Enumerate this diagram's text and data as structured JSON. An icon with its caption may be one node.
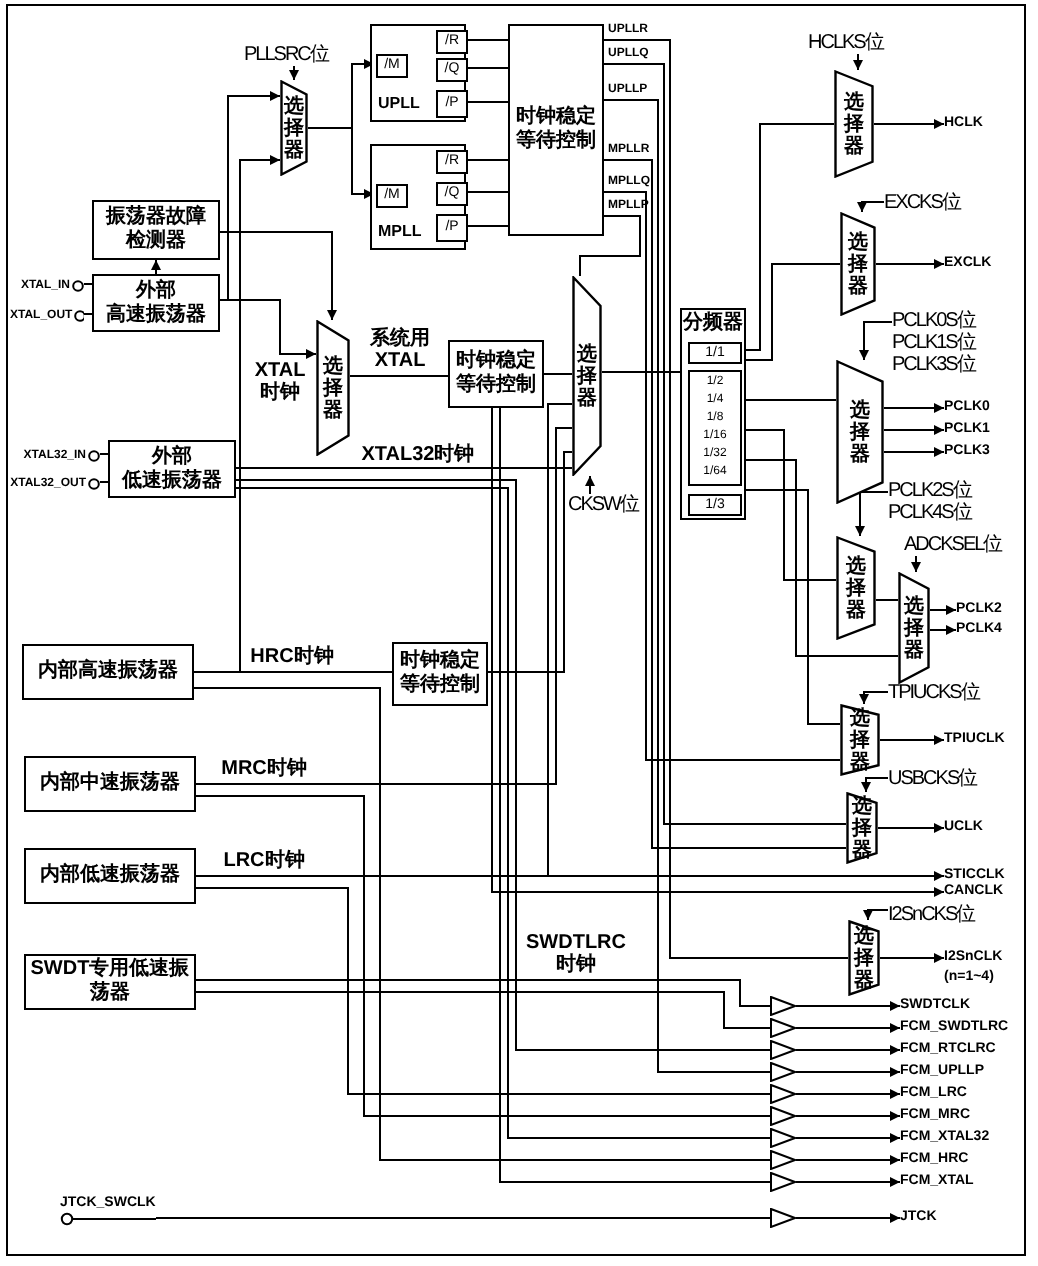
{
  "diagram": {
    "nodes": [
      {
        "text": [
          "振荡器故障检测器"
        ]
      },
      {
        "text": [
          "外部",
          "高速振荡器"
        ]
      },
      {
        "text": [
          "外部",
          "低速振荡器"
        ]
      },
      {
        "text": [
          "内部高速振荡器"
        ]
      },
      {
        "text": [
          "内部中速振荡器"
        ]
      },
      {
        "text": [
          "内部低速振荡器"
        ]
      },
      {
        "text": [
          "SWDT专用低速振荡器"
        ]
      },
      {
        "text": [
          "XTAL_IN"
        ]
      },
      {
        "text": [
          "XTAL_OUT"
        ]
      },
      {
        "text": [
          "XTAL32_IN"
        ]
      },
      {
        "text": [
          "XTAL32_OUT"
        ]
      },
      {
        "text": [
          "JTCK_SWCLK"
        ]
      },
      {
        "text": [
          "选择器"
        ]
      },
      {
        "text": [
          "UPLL"
        ]
      },
      {
        "text": [
          "/M"
        ],
        "in": 13
      },
      {
        "text": [
          "/R"
        ],
        "in": 13
      },
      {
        "text": [
          "/Q"
        ],
        "in": 13
      },
      {
        "text": [
          "/P"
        ],
        "in": 13
      },
      {
        "text": [
          "MPLL"
        ]
      },
      {
        "text": [
          "/M"
        ],
        "in": 18
      },
      {
        "text": [
          "/R"
        ],
        "in": 18
      },
      {
        "text": [
          "/Q"
        ],
        "in": 18
      },
      {
        "text": [
          "/P"
        ],
        "in": 18
      },
      {
        "text": [
          "时钟稳定等待控制"
        ]
      },
      {
        "text": [
          "选择器"
        ]
      },
      {
        "text": [
          "时钟稳定等待控制"
        ]
      },
      {
        "text": [
          "选择器"
        ]
      },
      {
        "text": [
          "分频器"
        ]
      },
      {
        "text": [
          "1/1"
        ],
        "in": 27
      },
      {
        "text": [
          "1/2",
          "1/4",
          "1/8",
          "1/16",
          "1/32",
          "1/64"
        ],
        "in": 27
      },
      {
        "text": [
          "1/3"
        ],
        "in": 27
      },
      {
        "text": [
          "选择器"
        ]
      },
      {
        "text": [
          "选择器"
        ]
      },
      {
        "text": [
          "选择器"
        ]
      },
      {
        "text": [
          "选择器"
        ]
      },
      {
        "text": [
          "选择器"
        ]
      },
      {
        "text": [
          "选择器"
        ]
      },
      {
        "text": [
          "选择器"
        ]
      },
      {
        "text": [
          "选择器"
        ]
      },
      {
        "text": [
          "时钟稳定等待控制"
        ]
      },
      {
        "text": [],
        "shape": "triangle"
      },
      {
        "text": [],
        "shape": "triangle"
      },
      {
        "text": [],
        "shape": "triangle"
      },
      {
        "text": [],
        "shape": "triangle"
      },
      {
        "text": [],
        "shape": "triangle"
      },
      {
        "text": [],
        "shape": "triangle"
      },
      {
        "text": [],
        "shape": "triangle"
      },
      {
        "text": [],
        "shape": "triangle"
      },
      {
        "text": [],
        "shape": "triangle"
      },
      {
        "text": [],
        "shape": "triangle"
      },
      {
        "text": [
          "HCLK"
        ]
      },
      {
        "text": [
          "EXCLK"
        ]
      },
      {
        "text": [
          "PCLK0"
        ]
      },
      {
        "text": [
          "PCLK1"
        ]
      },
      {
        "text": [
          "PCLK3"
        ]
      },
      {
        "text": [
          "PCLK2"
        ]
      },
      {
        "text": [
          "PCLK4"
        ]
      },
      {
        "text": [
          "TPIUCLK"
        ]
      },
      {
        "text": [
          "UCLK"
        ]
      },
      {
        "text": [
          "STICCLK"
        ]
      },
      {
        "text": [
          "CANCLK"
        ]
      },
      {
        "text": [
          "I2SnCLK",
          "(n=1~4)"
        ]
      },
      {
        "text": [
          "SWDTCLK"
        ]
      },
      {
        "text": [
          "FCM_SWDTLRC"
        ]
      },
      {
        "text": [
          "FCM_RTCLRC"
        ]
      },
      {
        "text": [
          "FCM_UPLLP"
        ]
      },
      {
        "text": [
          "FCM_LRC"
        ]
      },
      {
        "text": [
          "FCM_MRC"
        ]
      },
      {
        "text": [
          "FCM_XTAL32"
        ]
      },
      {
        "text": [
          "FCM_HRC"
        ]
      },
      {
        "text": [
          "FCM_XTAL"
        ]
      },
      {
        "text": [
          "JTCK"
        ]
      },
      {
        "text": [
          "PLLSRC位"
        ]
      },
      {
        "text": [
          "CKSW位"
        ]
      },
      {
        "text": [
          "HCLKS位"
        ]
      },
      {
        "text": [
          "EXCKS位"
        ]
      },
      {
        "text": [
          "PCLK0S位",
          "PCLK1S位",
          "PCLK3S位"
        ]
      },
      {
        "text": [
          "PCLK2S位",
          "PCLK4S位"
        ]
      },
      {
        "text": [
          "ADCKSEL位"
        ]
      },
      {
        "text": [
          "TPIUCKS位"
        ]
      },
      {
        "text": [
          "USBCKS位"
        ]
      },
      {
        "text": [
          "I2SnCKS位"
        ]
      }
    ],
    "edges": [
      {
        "from": 7,
        "to": 1,
        "arrow": "none"
      },
      {
        "from": 8,
        "to": 1,
        "arrow": "none"
      },
      {
        "from": 9,
        "to": 2,
        "arrow": "none"
      },
      {
        "from": 10,
        "to": 2,
        "arrow": "none"
      },
      {
        "from": 1,
        "to": 0,
        "arrow": "to"
      },
      {
        "from": 1,
        "to": 12,
        "arrow": "to"
      },
      {
        "from": 3,
        "to": 12,
        "arrow": "to"
      },
      {
        "from": 0,
        "to": 24,
        "arrow": "to"
      },
      {
        "from": 1,
        "to": 24,
        "arrow": "to",
        "label": "XTAL时钟"
      },
      {
        "from": 12,
        "to": 14,
        "arrow": "to"
      },
      {
        "from": 12,
        "to": 19,
        "arrow": "to"
      },
      {
        "from": 15,
        "to": 23,
        "arrow": "none"
      },
      {
        "from": 16,
        "to": 23,
        "arrow": "none"
      },
      {
        "from": 17,
        "to": 23,
        "arrow": "none"
      },
      {
        "from": 20,
        "to": 23,
        "arrow": "none"
      },
      {
        "from": 21,
        "to": 23,
        "arrow": "none"
      },
      {
        "from": 22,
        "to": 23,
        "arrow": "none"
      },
      {
        "from": 23,
        "to": 38,
        "arrow": "none"
      },
      {
        "from": 23,
        "to": 37,
        "arrow": "none"
      },
      {
        "from": 23,
        "to": 43,
        "arrow": "none"
      },
      {
        "from": 23,
        "to": 37,
        "arrow": "none"
      },
      {
        "from": 23,
        "to": 36,
        "arrow": "none"
      },
      {
        "from": 23,
        "to": 26,
        "arrow": "none"
      },
      {
        "from": 24,
        "to": 25,
        "arrow": "none",
        "label": "系统用XTAL"
      },
      {
        "from": 25,
        "to": 26,
        "arrow": "none"
      },
      {
        "from": 2,
        "to": 26,
        "arrow": "none",
        "label": "XTAL32时钟"
      },
      {
        "from": 3,
        "to": 39,
        "arrow": "none",
        "label": "HRC时钟"
      },
      {
        "from": 39,
        "to": 26,
        "arrow": "none"
      },
      {
        "from": 4,
        "to": 26,
        "arrow": "none",
        "label": "MRC时钟"
      },
      {
        "from": 5,
        "to": 26,
        "arrow": "none",
        "label": "LRC时钟"
      },
      {
        "from": 6,
        "to": 40,
        "arrow": "none",
        "label": "SWDTLRC时钟"
      },
      {
        "from": 26,
        "to": 27,
        "arrow": "none"
      },
      {
        "from": 27,
        "to": 31,
        "arrow": "none"
      },
      {
        "from": 27,
        "to": 32,
        "arrow": "none"
      },
      {
        "from": 27,
        "to": 33,
        "arrow": "none"
      },
      {
        "from": 27,
        "to": 34,
        "arrow": "none"
      },
      {
        "from": 34,
        "to": 35,
        "arrow": "none"
      },
      {
        "from": 27,
        "to": 35,
        "arrow": "none"
      },
      {
        "from": 27,
        "to": 36,
        "arrow": "none"
      },
      {
        "from": 31,
        "to": 50,
        "arrow": "to"
      },
      {
        "from": 32,
        "to": 51,
        "arrow": "to"
      },
      {
        "from": 33,
        "to": 52,
        "arrow": "to"
      },
      {
        "from": 33,
        "to": 53,
        "arrow": "to"
      },
      {
        "from": 33,
        "to": 54,
        "arrow": "to"
      },
      {
        "from": 35,
        "to": 55,
        "arrow": "to"
      },
      {
        "from": 35,
        "to": 56,
        "arrow": "to"
      },
      {
        "from": 36,
        "to": 57,
        "arrow": "to"
      },
      {
        "from": 37,
        "to": 58,
        "arrow": "to"
      },
      {
        "from": 5,
        "to": 59,
        "arrow": "to"
      },
      {
        "from": 25,
        "to": 60,
        "arrow": "to"
      },
      {
        "from": 38,
        "to": 61,
        "arrow": "to"
      },
      {
        "from": 40,
        "to": 62,
        "arrow": "to"
      },
      {
        "from": 41,
        "to": 63,
        "arrow": "to"
      },
      {
        "from": 42,
        "to": 64,
        "arrow": "to"
      },
      {
        "from": 43,
        "to": 65,
        "arrow": "to"
      },
      {
        "from": 44,
        "to": 66,
        "arrow": "to"
      },
      {
        "from": 45,
        "to": 67,
        "arrow": "to"
      },
      {
        "from": 46,
        "to": 68,
        "arrow": "to"
      },
      {
        "from": 47,
        "to": 69,
        "arrow": "to"
      },
      {
        "from": 48,
        "to": 70,
        "arrow": "to"
      },
      {
        "from": 49,
        "to": 71,
        "arrow": "to"
      },
      {
        "from": 6,
        "to": 41,
        "arrow": "none"
      },
      {
        "from": 2,
        "to": 42,
        "arrow": "none"
      },
      {
        "from": 3,
        "to": 47,
        "arrow": "none"
      },
      {
        "from": 4,
        "to": 45,
        "arrow": "none"
      },
      {
        "from": 5,
        "to": 44,
        "arrow": "none"
      },
      {
        "from": 2,
        "to": 46,
        "arrow": "none"
      },
      {
        "from": 25,
        "to": 48,
        "arrow": "none"
      },
      {
        "from": 11,
        "to": 49,
        "arrow": "none"
      },
      {
        "from": 72,
        "to": 12,
        "arrow": "to"
      },
      {
        "from": 73,
        "to": 26,
        "arrow": "to"
      },
      {
        "from": 74,
        "to": 31,
        "arrow": "to"
      },
      {
        "from": 75,
        "to": 32,
        "arrow": "to"
      },
      {
        "from": 76,
        "to": 33,
        "arrow": "to"
      },
      {
        "from": 77,
        "to": 34,
        "arrow": "to"
      },
      {
        "from": 78,
        "to": 35,
        "arrow": "to"
      },
      {
        "from": 79,
        "to": 36,
        "arrow": "to"
      },
      {
        "from": 80,
        "to": 37,
        "arrow": "to"
      },
      {
        "from": 81,
        "to": 38,
        "arrow": "to"
      }
    ],
    "labels": [
      "UPLLR",
      "UPLLQ",
      "UPLLP",
      "MPLLR",
      "MPLLQ",
      "MPLLP"
    ]
  }
}
